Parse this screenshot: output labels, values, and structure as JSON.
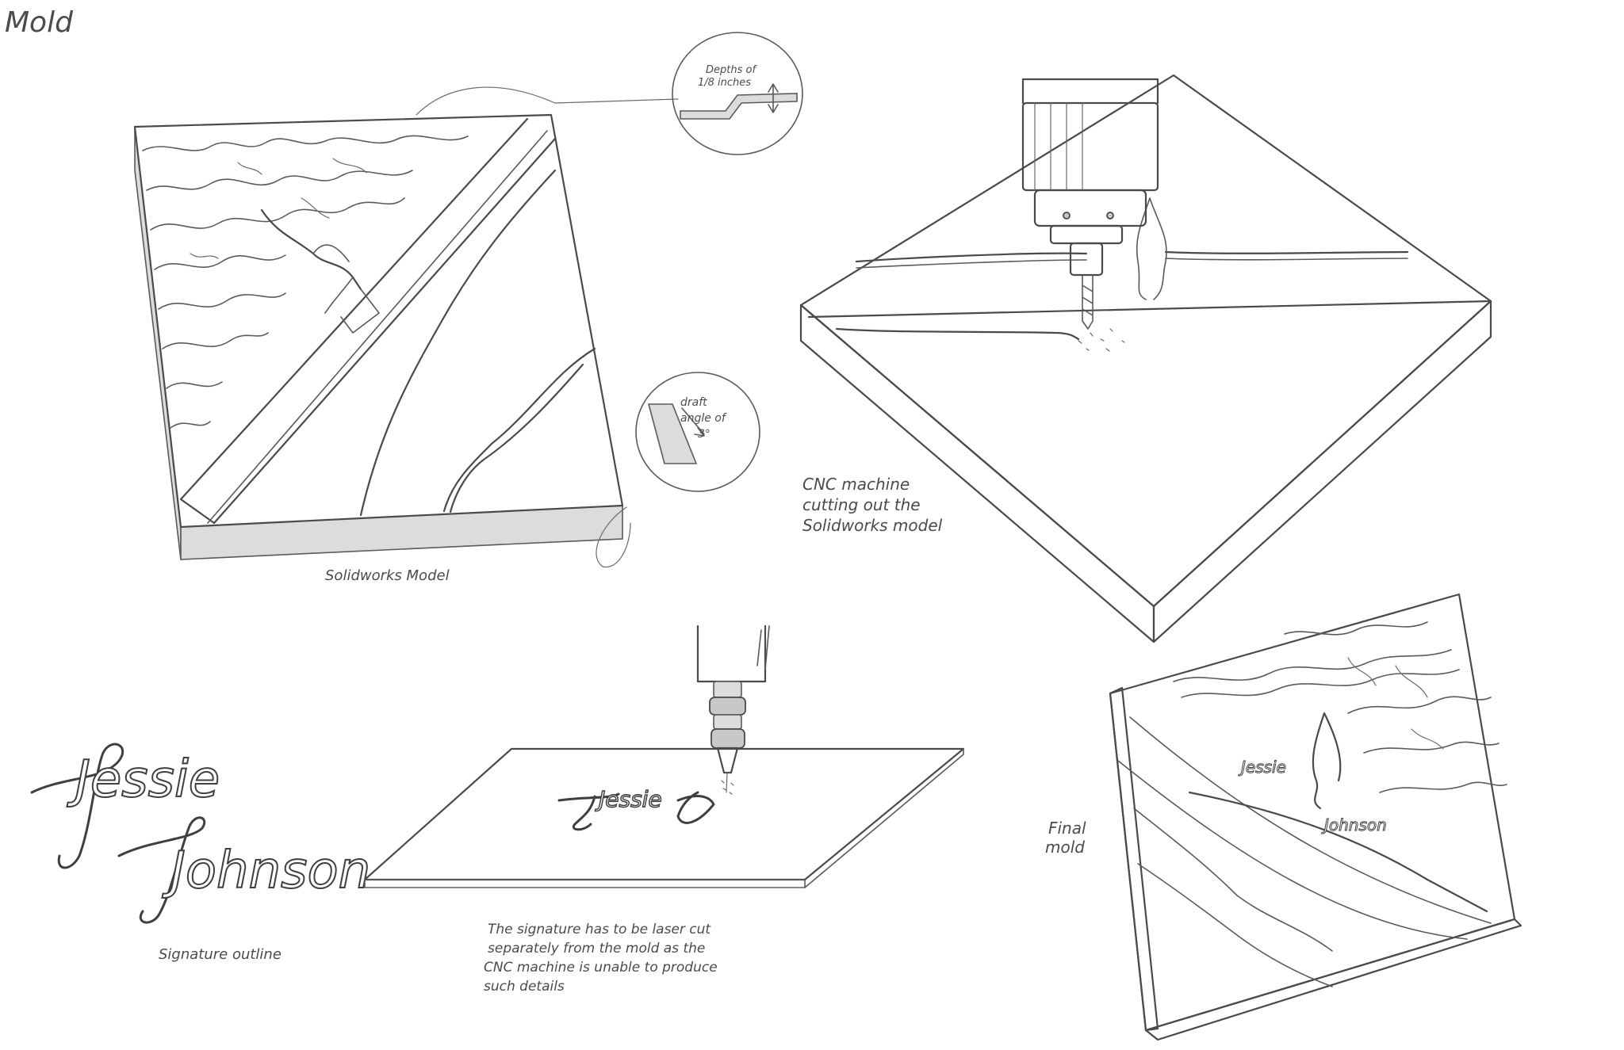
{
  "labels": {
    "page_title": "Mold",
    "solidworks_model": "Solidworks Model",
    "depth_callout_line1": "Depths of",
    "depth_callout_line2": "1/8 inches",
    "draft_callout_line1": "draft",
    "draft_callout_line2": "angle of",
    "draft_callout_line3": "3°",
    "cnc_caption_line1": "CNC machine",
    "cnc_caption_line2": "cutting out the",
    "cnc_caption_line3": "Solidworks model",
    "signature_line1": "Jessie",
    "signature_line2": "Johnson",
    "signature_outline": "Signature outline",
    "laser_note_line1": "The signature has to be laser cut",
    "laser_note_line2": "separately from the mold as the",
    "laser_note_line3": "CNC machine is unable to produce",
    "laser_note_line4": "such details",
    "plate_signature": "Jessie",
    "final_mold_line1": "Final",
    "final_mold_line2": "mold",
    "final_sig_line1": "Jessie",
    "final_sig_line2": "Johnson"
  },
  "colors": {
    "paper": "#ffffff",
    "pencil": "#4a4a4a",
    "shading": "#dcdcdc"
  }
}
